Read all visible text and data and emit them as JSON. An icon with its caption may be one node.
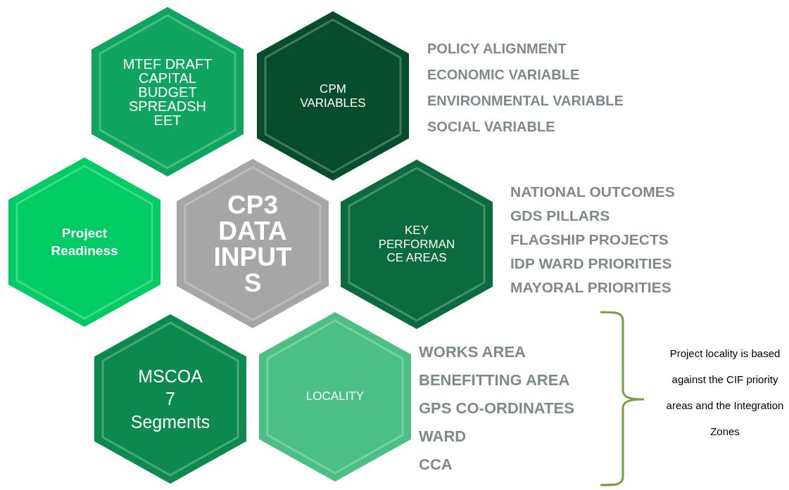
{
  "diagram": {
    "nodes": [
      {
        "text": [
          "MTEF DRAFT CAPITAL BUDGET SPREADSH EET"
        ]
      },
      {
        "text": [
          "CPM VARIABLES"
        ],
        "beside": [
          "POLICY ALIGNMENT",
          "ECONOMIC VARIABLE",
          "ENVIRONMENTAL VARIABLE",
          "SOCIAL VARIABLE"
        ]
      },
      {
        "text": [
          "Project Readiness"
        ]
      },
      {
        "text": [
          "CP3 DATA INPUT S"
        ]
      },
      {
        "text": [
          "KEY PERFORMAN CE AREAS"
        ],
        "beside": [
          "NATIONAL OUTCOMES",
          "GDS PILLARS",
          "FLAGSHIP PROJECTS",
          "IDP WARD PRIORITIES",
          "MAYORAL PRIORITIES"
        ]
      },
      {
        "text": [
          "MSCOA",
          "7",
          "Segments"
        ]
      },
      {
        "text": [
          "LOCALITY"
        ],
        "beside": [
          "WORKS AREA",
          "BENEFITTING AREA",
          "GPS CO-ORDINATES",
          "WARD",
          "CCA"
        ]
      }
    ],
    "labels": [
      "Project locality is based against the CIF priority areas and the Integration Zones"
    ]
  }
}
